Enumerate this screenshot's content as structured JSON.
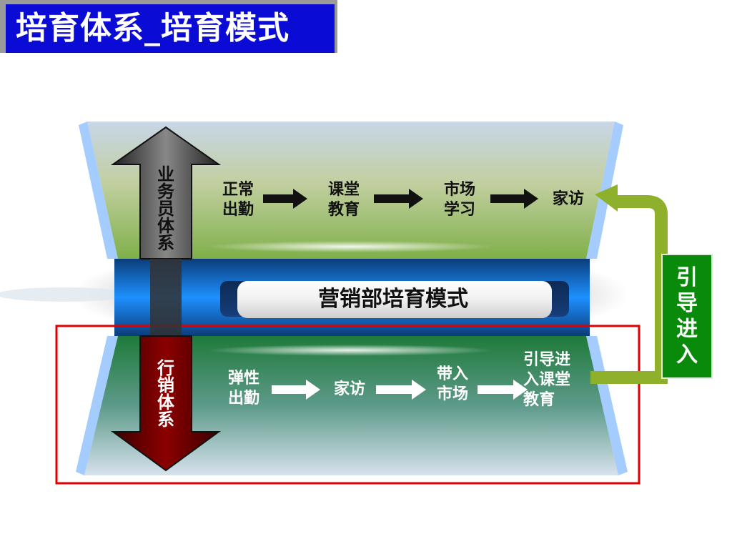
{
  "title": "培育体系_培育模式",
  "center_label": "营销部培育模式",
  "top_axis_label": "业务员体系",
  "bottom_axis_label": "行销体系",
  "top_flow": [
    "正常\n出勤",
    "课堂\n教育",
    "市场\n学习",
    "家访"
  ],
  "bottom_flow": [
    "弹性\n出勤",
    "家访",
    "带入\n市场",
    "引导进\n入课堂\n教育"
  ],
  "side_label": "引导进入",
  "colors": {
    "title_bg": "#0b0bd6",
    "band": "#1a7fe0",
    "top_arrow": "#555555",
    "bottom_arrow": "#7a0000",
    "side_box": "#0a8a0a",
    "highlight": "#e00000"
  }
}
